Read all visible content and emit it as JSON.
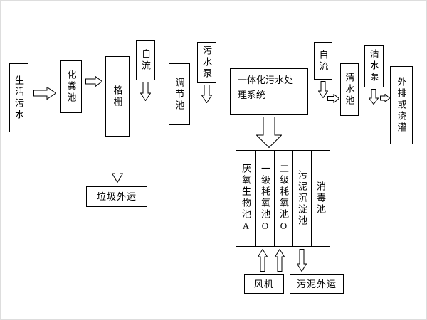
{
  "colors": {
    "box_border": "#000000",
    "text": "#000000",
    "background": "#ffffff"
  },
  "icons": {
    "arrow_right": "hollow right block arrow",
    "arrow_down": "hollow down block arrow",
    "arrow_up": "hollow up block arrow"
  },
  "diagram": {
    "nodes": {
      "domestic_sewage": "生活污水",
      "septic_tank": "化粪池",
      "grid_screen": "格栅",
      "gravity_flow_1": "自流",
      "regulating_tank": "调节池",
      "sewage_pump": "污水泵",
      "integrated_system": "一体化污水处理系统",
      "gravity_flow_2": "自流",
      "clear_water_tank": "清水池",
      "clear_water_pump": "清水泵",
      "discharge_or_irrigation": "外排或浇灌",
      "garbage_removal": "垃圾外运",
      "anaerobic_bio_tank": "厌氧生物池A",
      "first_aerobic_tank": "一级耗氧池O",
      "second_aerobic_tank": "二级耗氧池O",
      "sludge_sedimentation_tank": "污泥沉淀池",
      "disinfection_tank": "消毒池",
      "fan": "风机",
      "sludge_removal": "污泥外运"
    }
  }
}
